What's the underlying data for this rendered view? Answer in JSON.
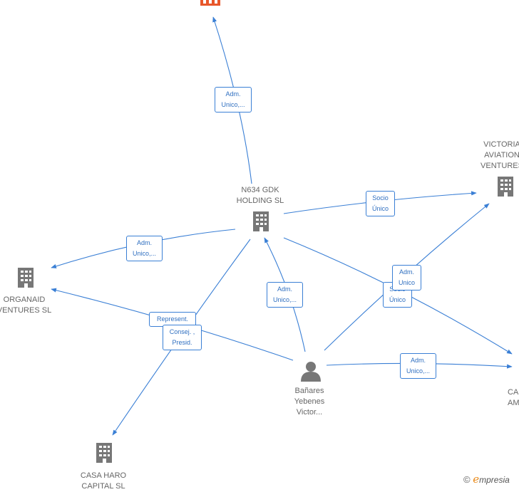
{
  "nodes": {
    "n634": {
      "line1": "N634 GDK",
      "line2": "HOLDING  SL"
    },
    "organaid": {
      "line1": "ORGANAID",
      "line2": "VENTURES  SL"
    },
    "victoria": {
      "line1": "VICTORIA",
      "line2": "AVIATION",
      "line3": "VENTURES"
    },
    "casa_haro": {
      "line1": "CASA HARO",
      "line2": "CAPITAL  SL"
    },
    "person": {
      "line1": "Bañares",
      "line2": "Yebenes",
      "line3": "Victor..."
    },
    "partial_right": {
      "line1": "CA",
      "line2": "AM"
    }
  },
  "edges": {
    "top": {
      "line1": "Adm.",
      "line2": "Unico,..."
    },
    "to_organaid": {
      "line1": "Adm.",
      "line2": "Unico,..."
    },
    "to_victoria": {
      "line1": "Socio",
      "line2": "Único"
    },
    "person_to_n634": {
      "line1": "Adm.",
      "line2": "Unico,..."
    },
    "person_to_victoria": {
      "line1": "Adm.",
      "line2": "Unico"
    },
    "n634_to_right": {
      "line1": "Socio",
      "line2": "Único"
    },
    "represent": {
      "line1": "Represent."
    },
    "consej": {
      "line1": "Consej. ,",
      "line2": "Presid."
    },
    "person_to_right": {
      "line1": "Adm.",
      "line2": "Unico,..."
    }
  },
  "watermark": {
    "copyright": "©",
    "e": "e",
    "rest": "mpresia"
  },
  "colors": {
    "edge": "#3a7fd5",
    "building": "#777777",
    "highlight": "#e8572a"
  }
}
